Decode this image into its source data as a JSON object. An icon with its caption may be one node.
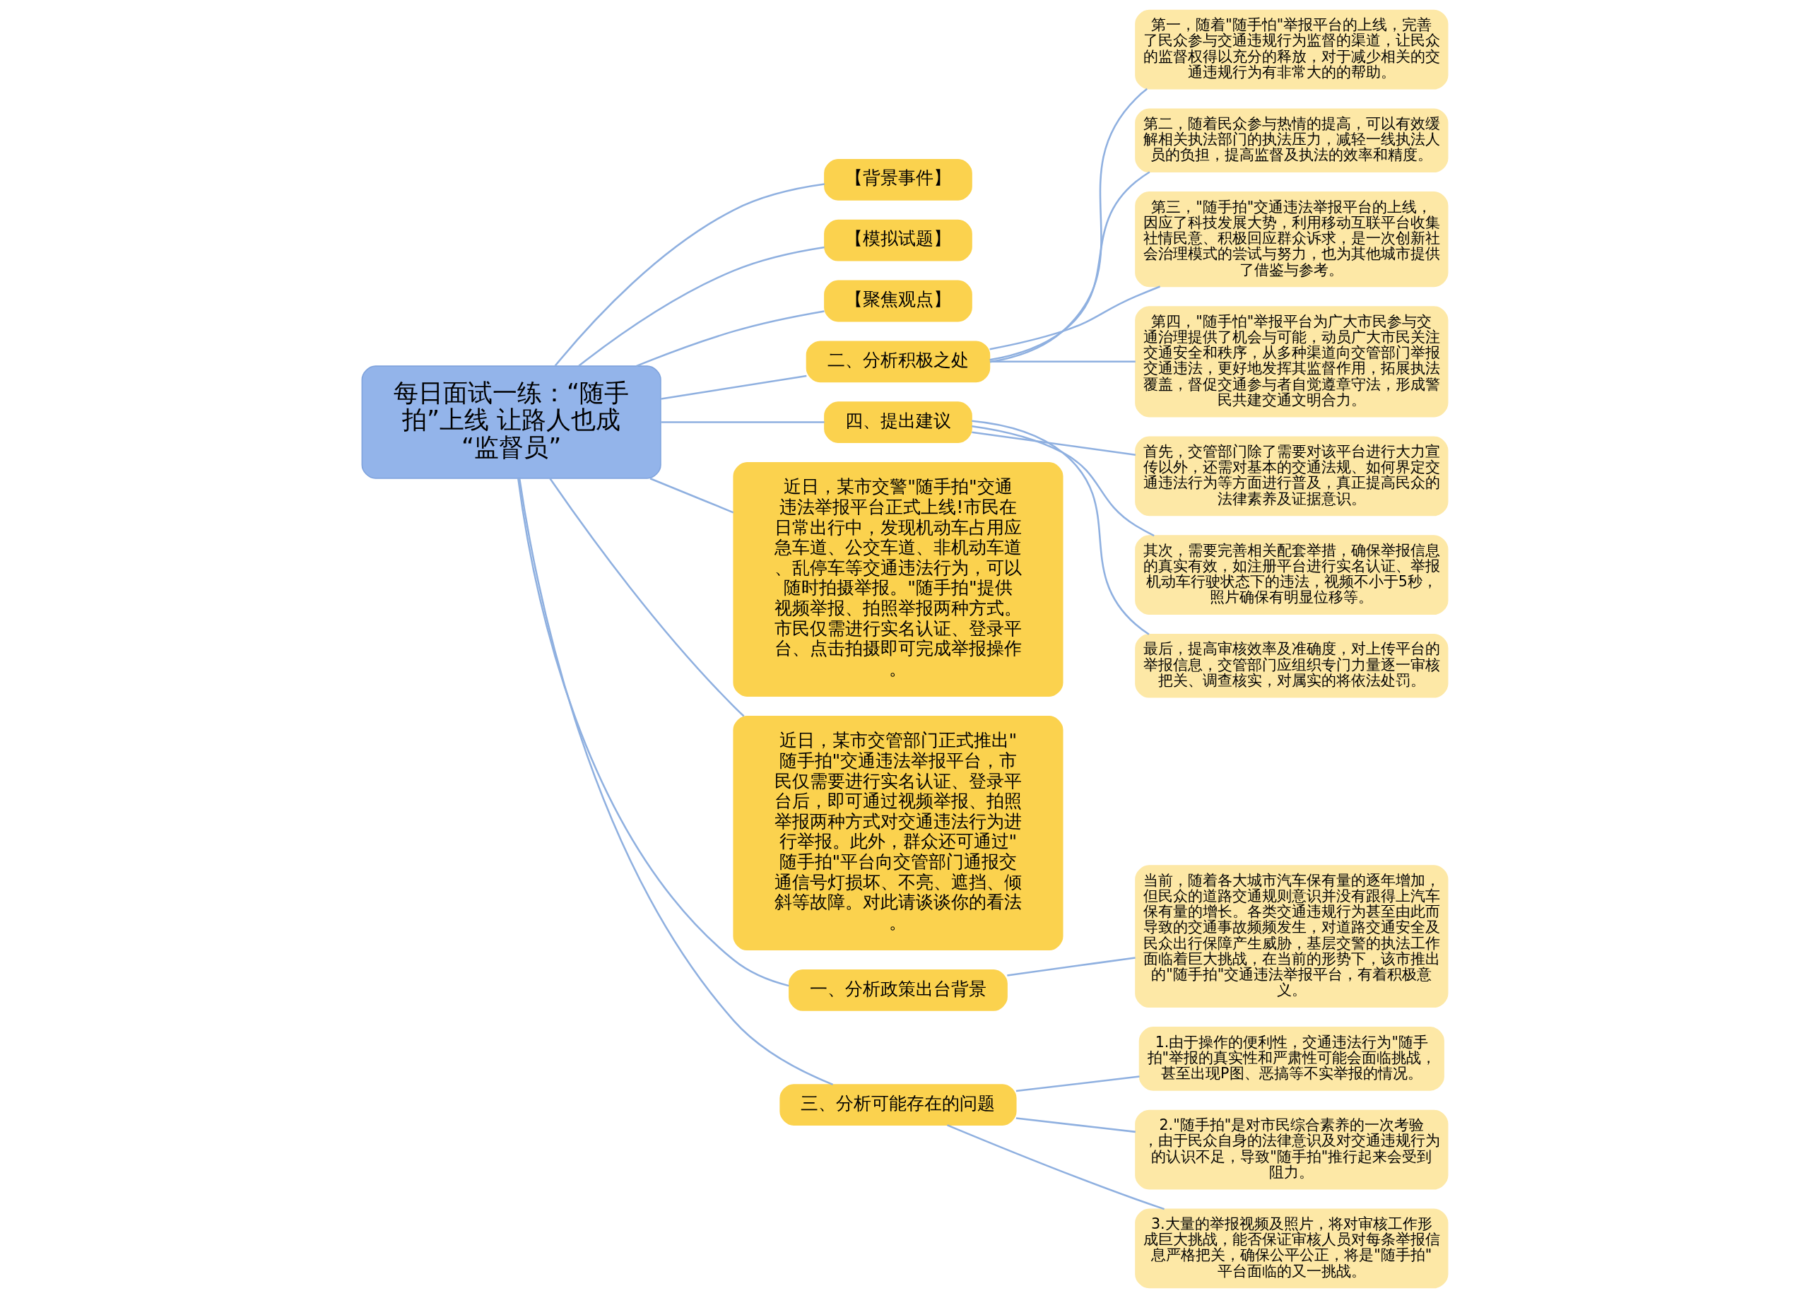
{
  "diagram": {
    "nodes": [
      {
        "text": [
          "每日面试一练：“随手拍”上线 让路人也成“监督员”"
        ]
      },
      {
        "text": [
          "【背景事件】"
        ]
      },
      {
        "text": [
          "【模拟试题】"
        ]
      },
      {
        "text": [
          "【聚焦观点】"
        ]
      },
      {
        "text": [
          "二、分析积极之处"
        ]
      },
      {
        "text": [
          "第一，随着\"随手怕\"举报平台的上线，完善了民众参与交通违规行为监督的渠道，让民众的监督权得以充分的释放，对于减少相关的交通违规行为有非常大的的帮助。"
        ]
      },
      {
        "text": [
          "第二，随着民众参与热情的提高，可以有效缓解相关执法部门的执法压力，减轻一线执法人员的负担，提高监督及执法的效率和精度。"
        ]
      },
      {
        "text": [
          "第三，\"随手拍\"交通违法举报平台的上线，因应了科技发展大势，利用移动互联平台收集社情民意、积极回应群众诉求，是一次创新社会治理模式的尝试与努力，也为其他城市提供了借鉴与参考。"
        ]
      },
      {
        "text": [
          "第四，\"随手怕\"举报平台为广大市民参与交通治理提供了机会与可能，动员广大市民关注交通安全和秩序，从多种渠道向交管部门举报交通违法，更好地发挥其监督作用，拓展执法覆盖，督促交通参与者自觉遵章守法，形成警民共建交通文明合力。"
        ]
      },
      {
        "text": [
          "四、提出建议"
        ]
      },
      {
        "text": [
          "首先，交管部门除了需要对该平台进行大力宣传以外，还需对基本的交通法规、如何界定交通违法行为等方面进行普及，真正提高民众的法律素养及证据意识。"
        ]
      },
      {
        "text": [
          "其次，需要完善相关配套举措，确保举报信息的真实有效，如注册平台进行实名认证、举报机动车行驶状态下的违法，视频不小于5秒，照片确保有明显位移等。"
        ]
      },
      {
        "text": [
          "最后，提高审核效率及准确度，对上传平台的举报信息，交管部门应组织专门力量逐一审核把关、调查核实，对属实的将依法处罚。"
        ]
      },
      {
        "text": [
          "近日，某市交警\"随手拍\"交通违法举报平台正式上线!市民在日常出行中，发现机动车占用应急车道、公交车道、非机动车道、乱停车等交通违法行为，可以随时拍摄举报。\"随手拍\"提供视频举报、拍照举报两种方式。市民仅需进行实名认证、登录平台、点击拍摄即可完成举报操作。"
        ]
      },
      {
        "text": [
          "近日，某市交管部门正式推出\"随手拍\"交通违法举报平台，市民仅需要进行实名认证、登录平台后，即可通过视频举报、拍照举报两种方式对交通违法行为进行举报。此外，群众还可通过\"随手拍\"平台向交管部门通报交通信号灯损坏、不亮、遮挡、倾斜等故障。对此请谈谈你的看法。"
        ]
      },
      {
        "text": [
          "一、分析政策出台背景"
        ]
      },
      {
        "text": [
          "当前，随着各大城市汽车保有量的逐年增加，但民众的道路交通规则意识并没有跟得上汽车保有量的增长。各类交通违规行为甚至由此而导致的交通事故频频发生，对道路交通安全及民众出行保障产生威胁，基层交警的执法工作面临着巨大挑战，在当前的形势下，该市推出的\"随手拍\"交通违法举报平台，有着积极意义。"
        ]
      },
      {
        "text": [
          "三、分析可能存在的问题"
        ]
      },
      {
        "text": [
          "1.由于操作的便利性，交通违法行为\"随手拍\"举报的真实性和严肃性可能会面临挑战，甚至出现P图、恶搞等不实举报的情况。"
        ]
      },
      {
        "text": [
          "2.\"随手拍\"是对市民综合素养的一次考验，由于民众自身的法律意识及对交通违规行为的认识不足，导致\"随手拍\"推行起来会受到阻力。"
        ]
      },
      {
        "text": [
          "3.大量的举报视频及照片，将对审核工作形成巨大挑战，能否保证审核人员对每条举报信息严格把关，确保公平公正，将是\"随手拍\"平台面临的又一挑战。"
        ]
      }
    ],
    "edges": [
      {
        "from": 0,
        "to": 1,
        "arrow": "none"
      },
      {
        "from": 0,
        "to": 2,
        "arrow": "none"
      },
      {
        "from": 0,
        "to": 3,
        "arrow": "none"
      },
      {
        "from": 0,
        "to": 4,
        "arrow": "none"
      },
      {
        "from": 4,
        "to": 5,
        "arrow": "none"
      },
      {
        "from": 4,
        "to": 6,
        "arrow": "none"
      },
      {
        "from": 4,
        "to": 7,
        "arrow": "none"
      },
      {
        "from": 4,
        "to": 8,
        "arrow": "none"
      },
      {
        "from": 0,
        "to": 9,
        "arrow": "none"
      },
      {
        "from": 9,
        "to": 10,
        "arrow": "none"
      },
      {
        "from": 9,
        "to": 11,
        "arrow": "none"
      },
      {
        "from": 9,
        "to": 12,
        "arrow": "none"
      },
      {
        "from": 0,
        "to": 13,
        "arrow": "none"
      },
      {
        "from": 0,
        "to": 14,
        "arrow": "none"
      },
      {
        "from": 0,
        "to": 15,
        "arrow": "none"
      },
      {
        "from": 15,
        "to": 16,
        "arrow": "none"
      },
      {
        "from": 0,
        "to": 17,
        "arrow": "none"
      },
      {
        "from": 17,
        "to": 18,
        "arrow": "none"
      },
      {
        "from": 17,
        "to": 19,
        "arrow": "none"
      },
      {
        "from": 17,
        "to": 20,
        "arrow": "none"
      }
    ]
  }
}
